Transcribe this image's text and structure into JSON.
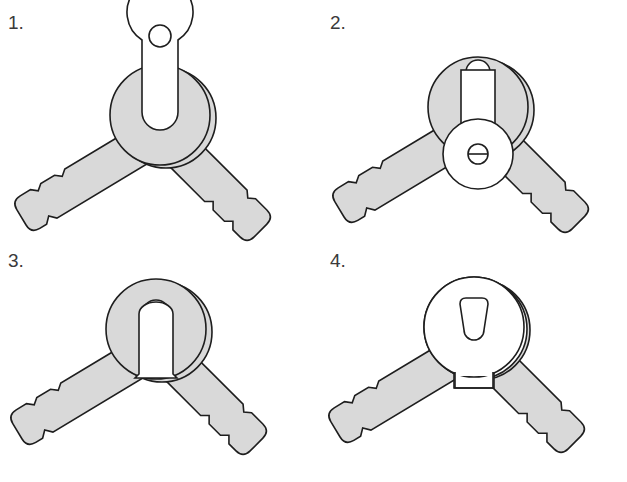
{
  "diagram": {
    "labels": [
      "1.",
      "2.",
      "3.",
      "4."
    ]
  }
}
